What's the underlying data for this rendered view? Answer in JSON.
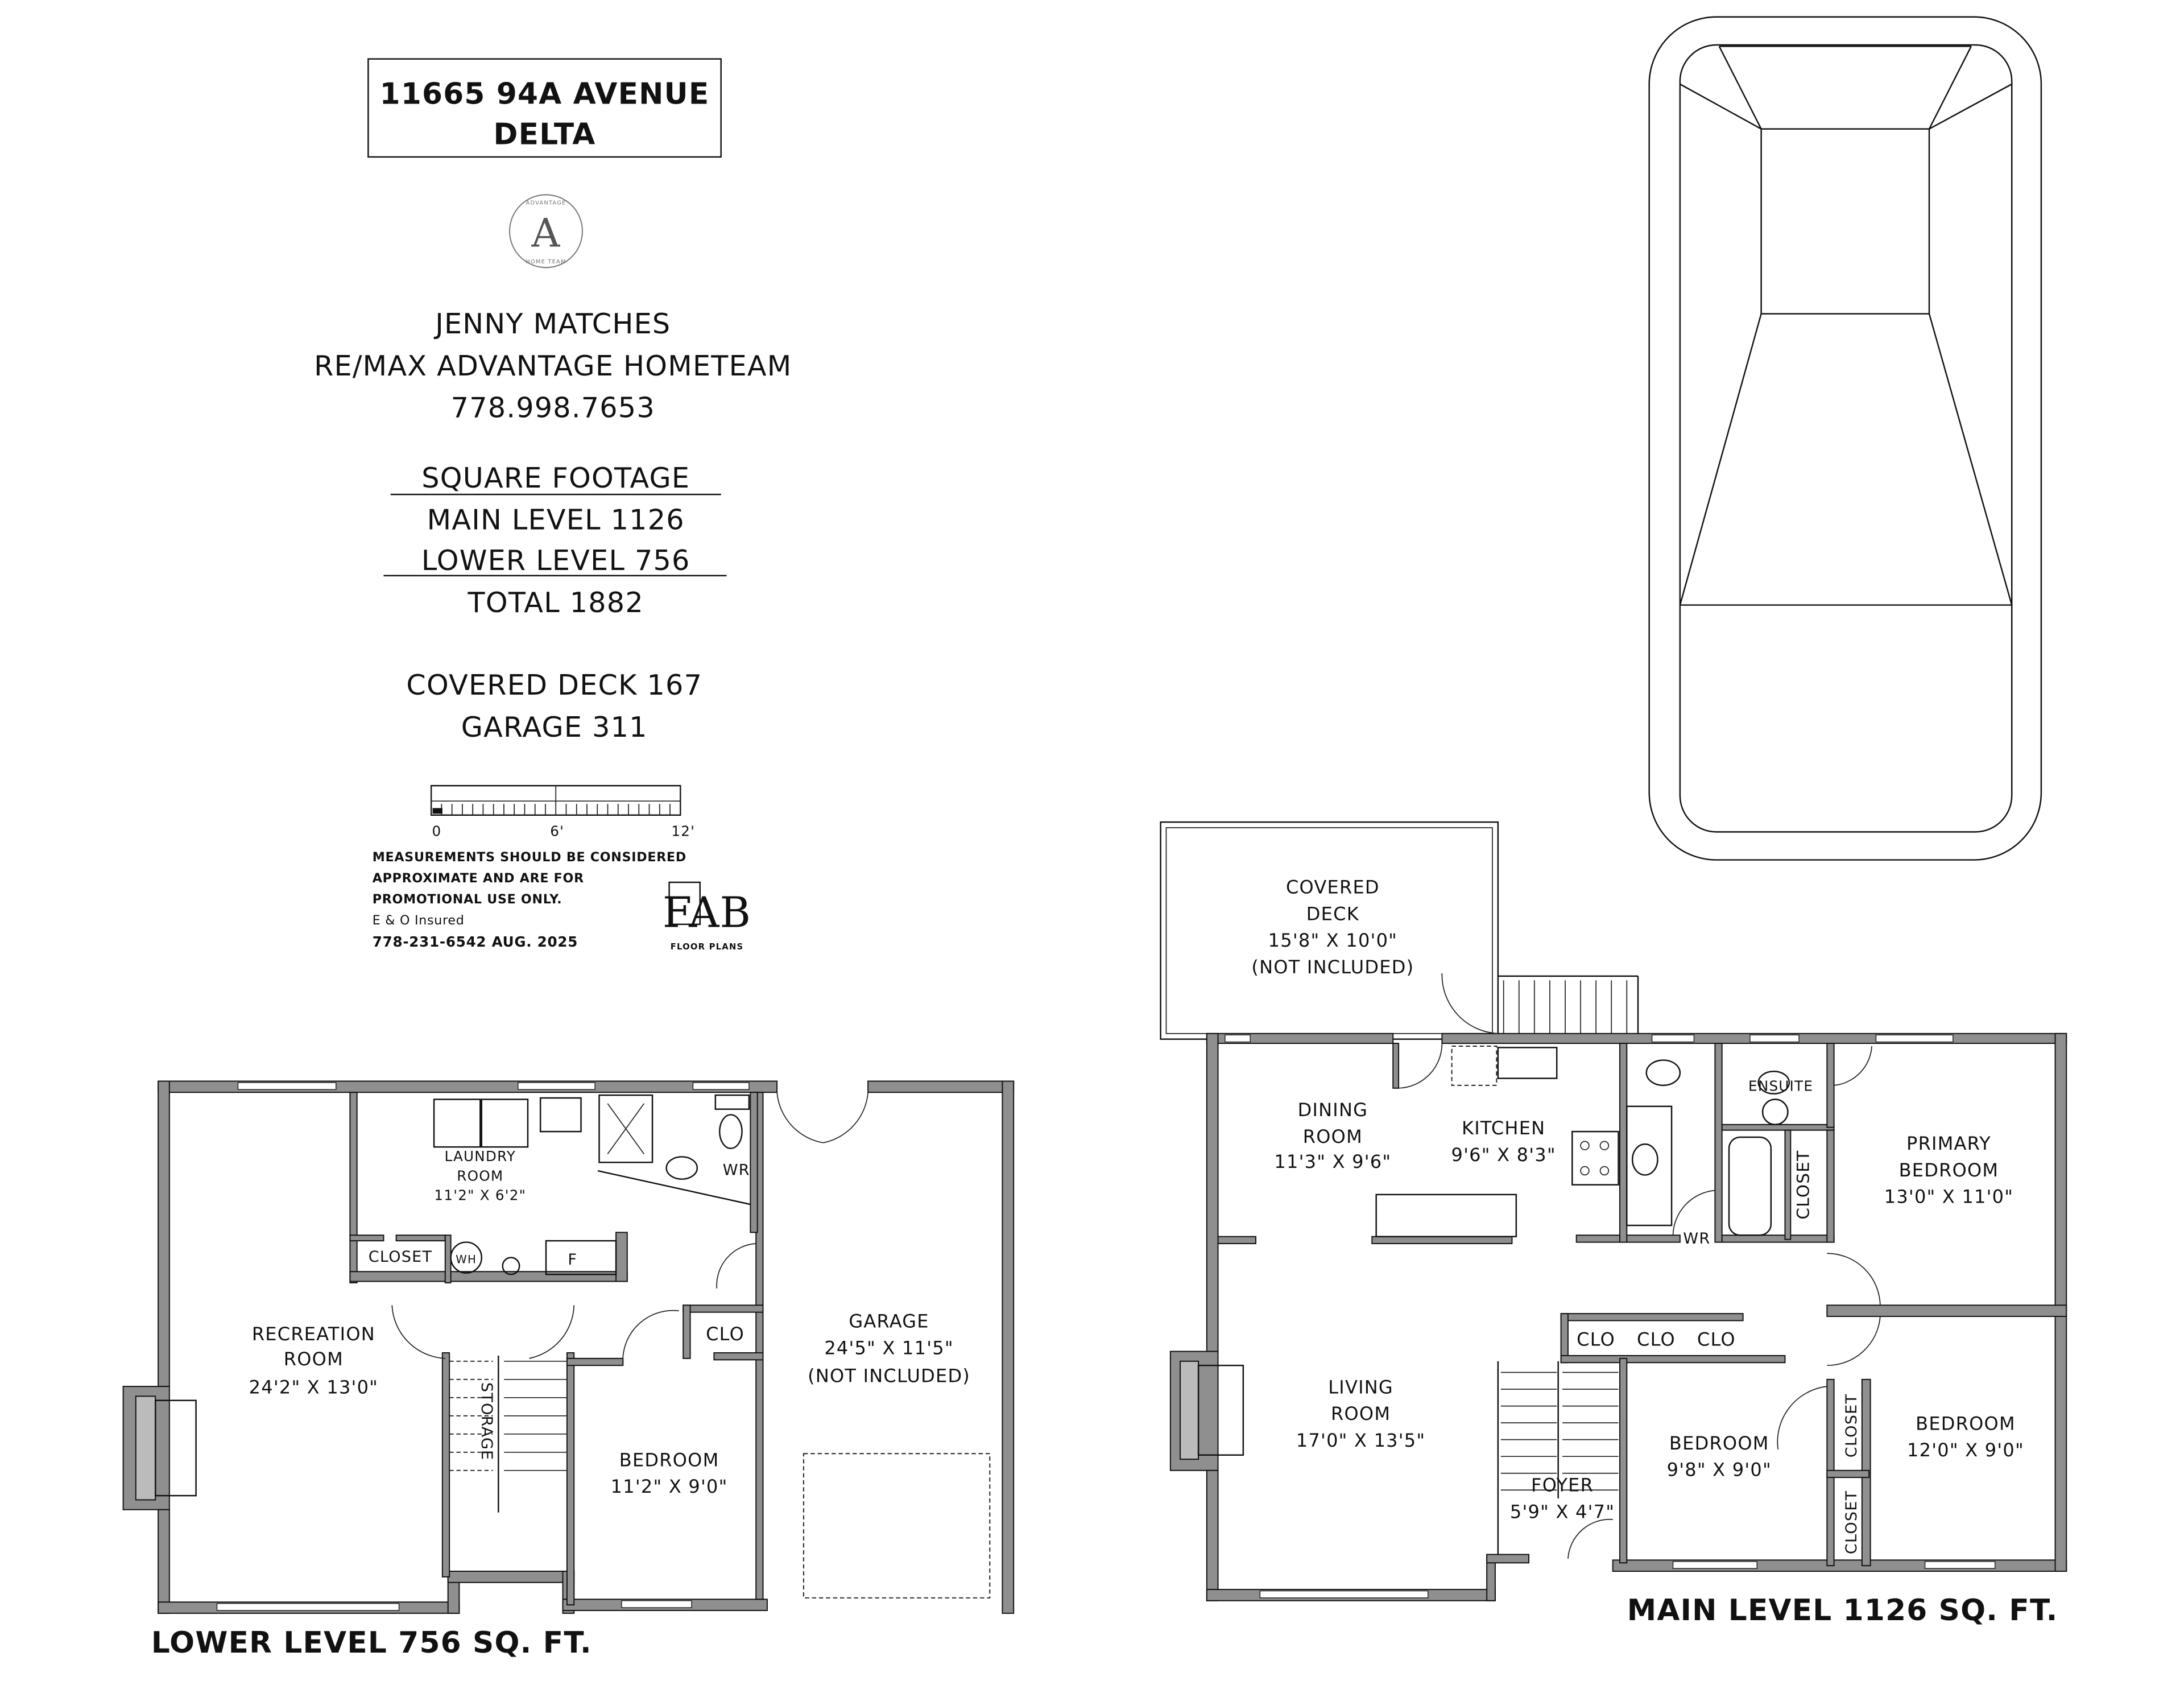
{
  "header": {
    "address_line1": "11665 94A AVENUE",
    "address_line2": "DELTA"
  },
  "agent_logo": {
    "letter": "A",
    "top_text": "ADVANTAGE",
    "bottom_text": "HOME TEAM"
  },
  "agent": {
    "name": "JENNY MATCHES",
    "brokerage": "RE/MAX ADVANTAGE HOMETEAM",
    "phone": "778.998.7653"
  },
  "square_footage": {
    "heading": "SQUARE FOOTAGE",
    "main": "MAIN LEVEL 1126",
    "lower": "LOWER LEVEL 756",
    "total": "TOTAL 1882"
  },
  "extras": {
    "deck": "COVERED DECK 167",
    "garage": "GARAGE 311"
  },
  "scale": {
    "labels": [
      "0",
      "6'",
      "12'"
    ]
  },
  "disclaimer": {
    "lines": [
      "MEASUREMENTS SHOULD BE CONSIDERED",
      "APPROXIMATE AND ARE FOR",
      "PROMOTIONAL USE ONLY.",
      "E & O Insured"
    ],
    "contact_date": "778-231-6542  AUG. 2025"
  },
  "fab_logo": {
    "name": "FAB",
    "sub": "FLOOR PLANS"
  },
  "lower_level": {
    "title": "LOWER LEVEL 756 SQ. FT.",
    "rooms": {
      "laundry": {
        "l1": "LAUNDRY",
        "l2": "ROOM",
        "dims": "11'2\" X 6'2\""
      },
      "recreation": {
        "l1": "RECREATION",
        "l2": "ROOM",
        "dims": "24'2\" X 13'0\""
      },
      "bedroom": {
        "l1": "BEDROOM",
        "dims": "11'2\" X 9'0\""
      },
      "garage": {
        "l1": "GARAGE",
        "dims": "24'5\" X 11'5\"",
        "note": "(NOT INCLUDED)"
      }
    },
    "labels": {
      "closet": "CLOSET",
      "wh": "WH",
      "furnace": "F",
      "wr": "WR",
      "clo": "CLO",
      "storage": "STORAGE"
    }
  },
  "main_level": {
    "title": "MAIN LEVEL 1126 SQ. FT.",
    "rooms": {
      "deck": {
        "l1": "COVERED",
        "l2": "DECK",
        "dims": "15'8\" X 10'0\"",
        "note": "(NOT INCLUDED)"
      },
      "dining": {
        "l1": "DINING",
        "l2": "ROOM",
        "dims": "11'3\" X 9'6\""
      },
      "kitchen": {
        "l1": "KITCHEN",
        "dims": "9'6\" X 8'3\""
      },
      "primary": {
        "l1": "PRIMARY",
        "l2": "BEDROOM",
        "dims": "13'0\" X 11'0\""
      },
      "living": {
        "l1": "LIVING",
        "l2": "ROOM",
        "dims": "17'0\" X 13'5\""
      },
      "bedroom2": {
        "l1": "BEDROOM",
        "dims": "9'8\" X 9'0\""
      },
      "foyer": {
        "l1": "FOYER",
        "dims": "5'9\" X 4'7\""
      },
      "bedroom3": {
        "l1": "BEDROOM",
        "dims": "12'0\" X 9'0\""
      }
    },
    "labels": {
      "ensuite": "ENSUITE",
      "closet": "CLOSET",
      "wr": "WR",
      "clo": "CLO"
    }
  }
}
